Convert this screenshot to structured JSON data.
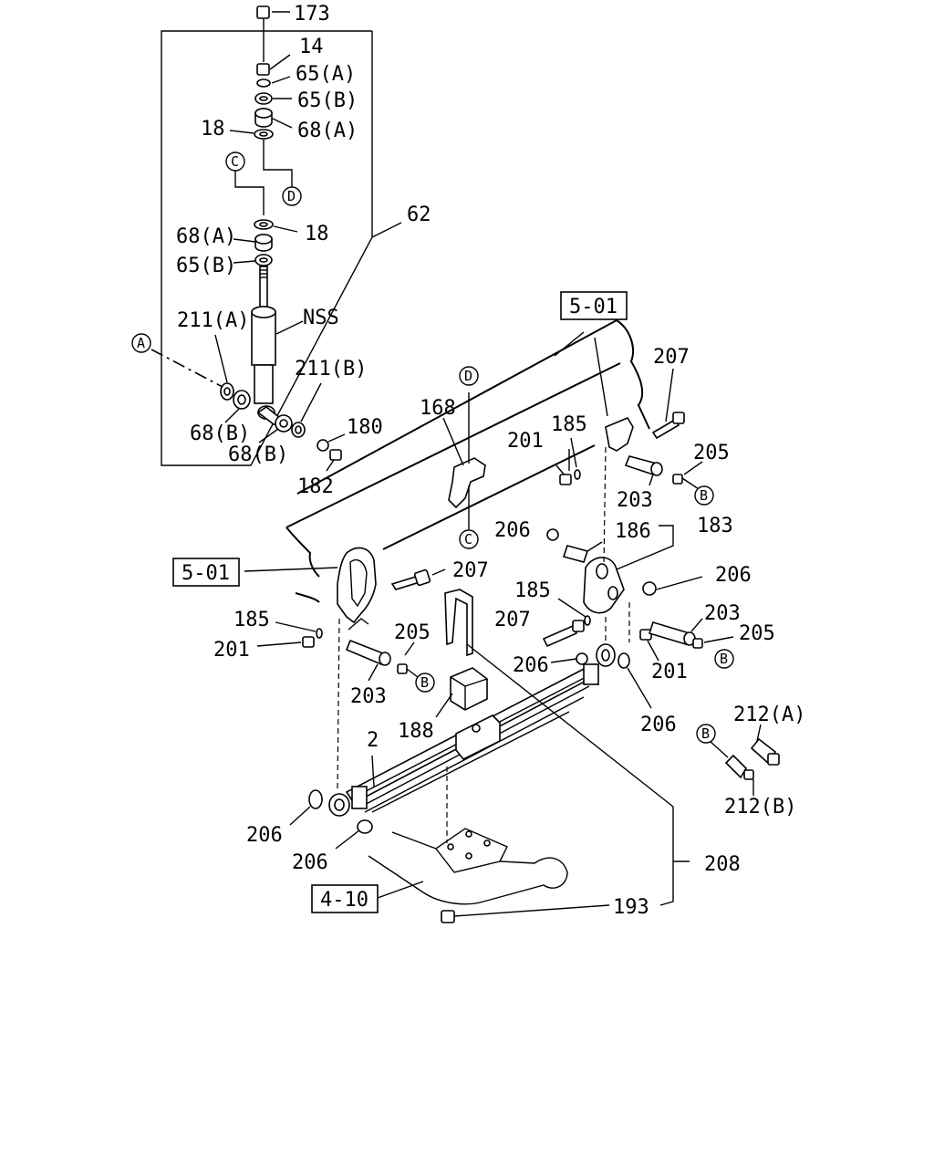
{
  "labels": {
    "l173": "173",
    "l14": "14",
    "l65a_top": "65(A)",
    "l65b_top": "65(B)",
    "l18_top": "18",
    "l68a_top": "68(A)",
    "l18_mid": "18",
    "l68a_mid": "68(A)",
    "l65b_mid": "65(B)",
    "l62": "62",
    "lnss": "NSS",
    "l211a": "211(A)",
    "l211b": "211(B)",
    "l68b_left": "68(B)",
    "l68b_bottom": "68(B)",
    "l180": "180",
    "l182": "182",
    "l168": "168",
    "l185_top": "185",
    "l201_top": "201",
    "l207_top": "207",
    "l205_top": "205",
    "l203_top": "203",
    "l206_a": "206",
    "l186": "186",
    "l183": "183",
    "l206_b": "206",
    "l207_mid": "207",
    "l185_left": "185",
    "l201_left": "201",
    "l205_left": "205",
    "l203_left": "203",
    "l185_right": "185",
    "l207_right": "207",
    "l206_c": "206",
    "l203_right": "203",
    "l205_right": "205",
    "l201_right": "201",
    "l206_d": "206",
    "l188": "188",
    "l2": "2",
    "l212a": "212(A)",
    "l212b": "212(B)",
    "l206_e": "206",
    "l206_f": "206",
    "l208": "208",
    "l193": "193"
  },
  "refs": {
    "ref_501_top": "5-01",
    "ref_501_left": "5-01",
    "ref_410": "4-10"
  },
  "markers": {
    "A": "A",
    "B1": "B",
    "B2": "B",
    "B3": "B",
    "B4": "B",
    "C1": "C",
    "C2": "C",
    "D1": "D",
    "D2": "D"
  }
}
